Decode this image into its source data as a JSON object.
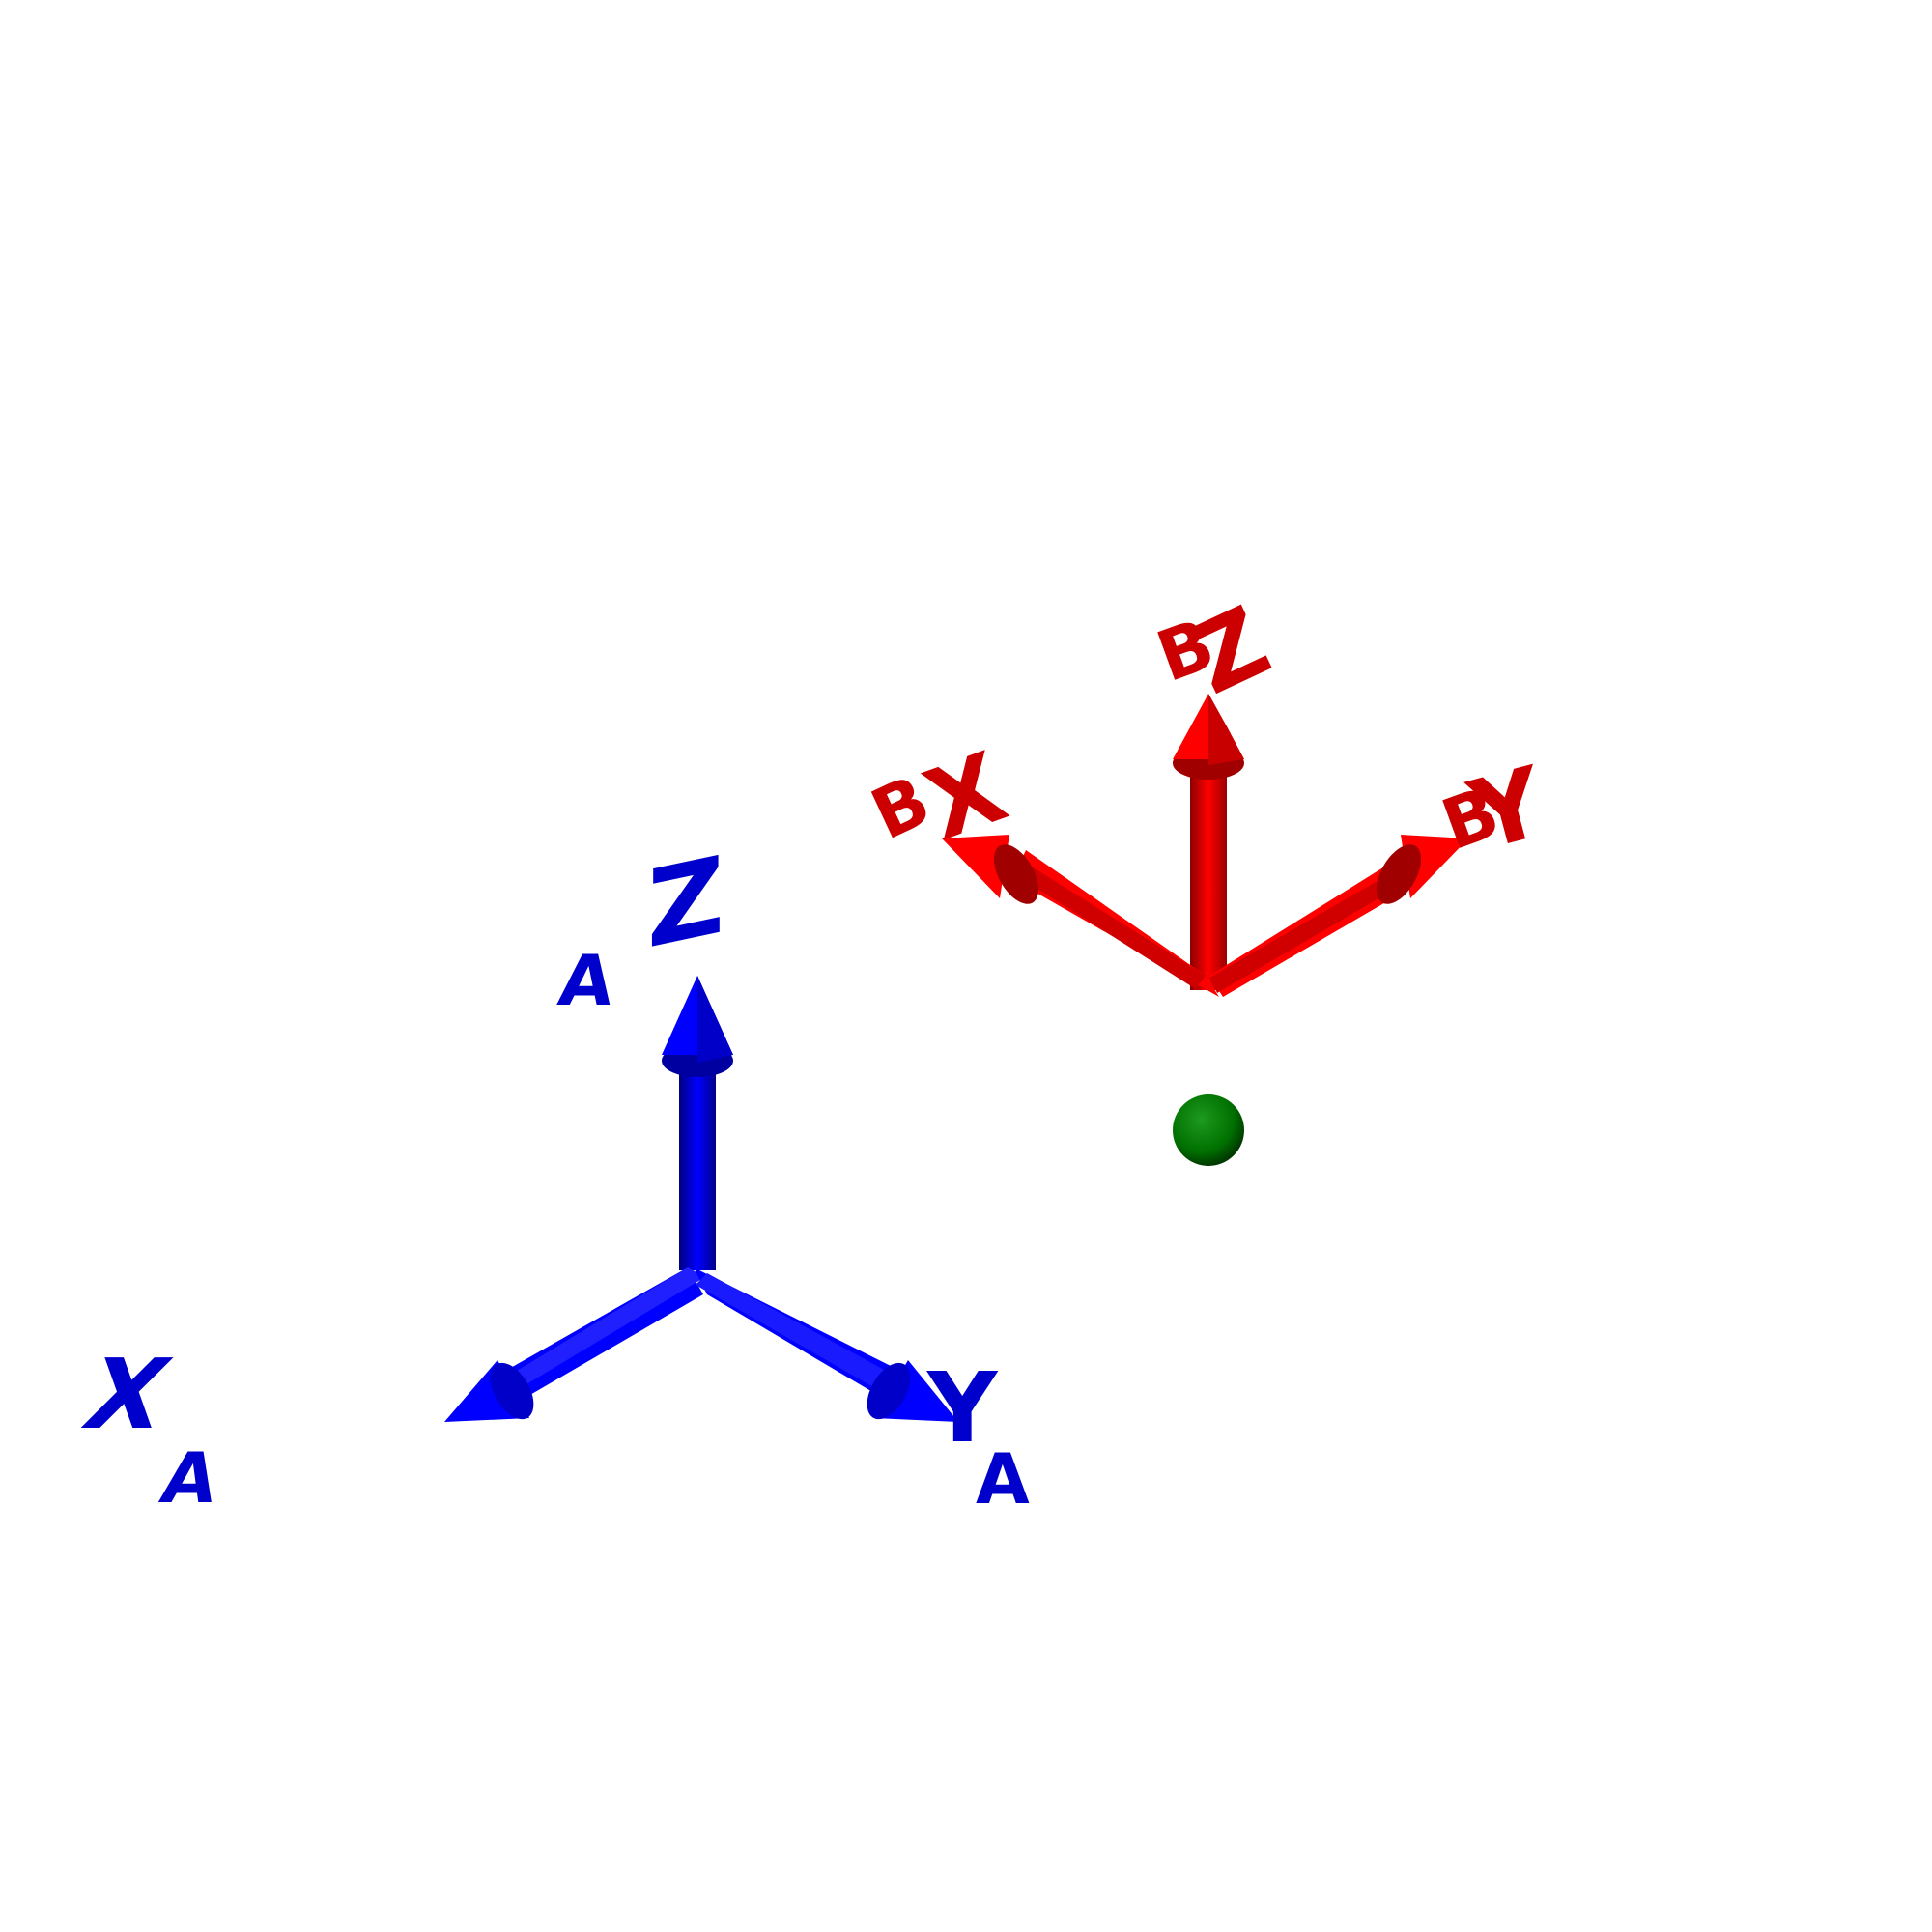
{
  "frames": {
    "frame_a": {
      "color": "#0000ff",
      "axis_labels": {
        "x": "XA",
        "y": "YA",
        "z": "ZA"
      },
      "x_label": {
        "main": "X",
        "sub": "A"
      },
      "y_label": {
        "main": "Y",
        "sub": "A"
      },
      "z_label": {
        "main": "Z",
        "sub": "A"
      }
    },
    "frame_b": {
      "color": "#ff0000",
      "axis_labels": {
        "x": "XB",
        "y": "YB",
        "z": "ZB"
      },
      "x_label": {
        "main": "X",
        "sub": "B"
      },
      "y_label": {
        "main": "Y",
        "sub": "B"
      },
      "z_label": {
        "main": "Z",
        "sub": "B"
      }
    }
  },
  "point": {
    "color": "#008000"
  }
}
